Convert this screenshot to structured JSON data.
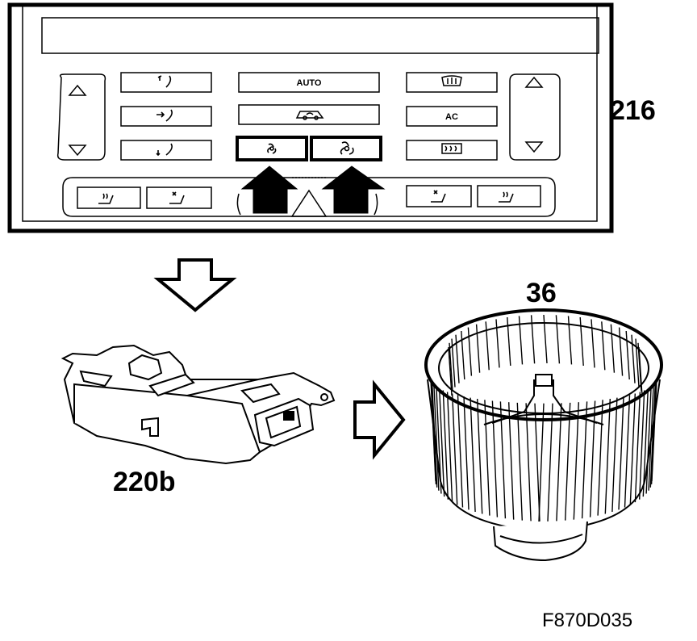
{
  "labels": {
    "panel": "216",
    "resistor": "220b",
    "fan": "36",
    "figure_code": "F870D035"
  },
  "panel": {
    "auto_label": "AUTO",
    "ac_label": "AC"
  },
  "icons": {
    "up_arrow": "triangle-up-icon",
    "down_arrow": "triangle-down-icon",
    "fan_low": "fan-icon",
    "fan_high": "fan-icon",
    "seat_heat": "seat-heater-icon",
    "seat_cool": "seat-ventilation-icon",
    "defrost_front": "front-defrost-icon",
    "defrost_rear": "rear-defrost-icon",
    "recirculation": "car-recirculation-icon",
    "air_vent": "air-vent-icon"
  },
  "colors": {
    "line": "#000000",
    "background": "#ffffff"
  }
}
